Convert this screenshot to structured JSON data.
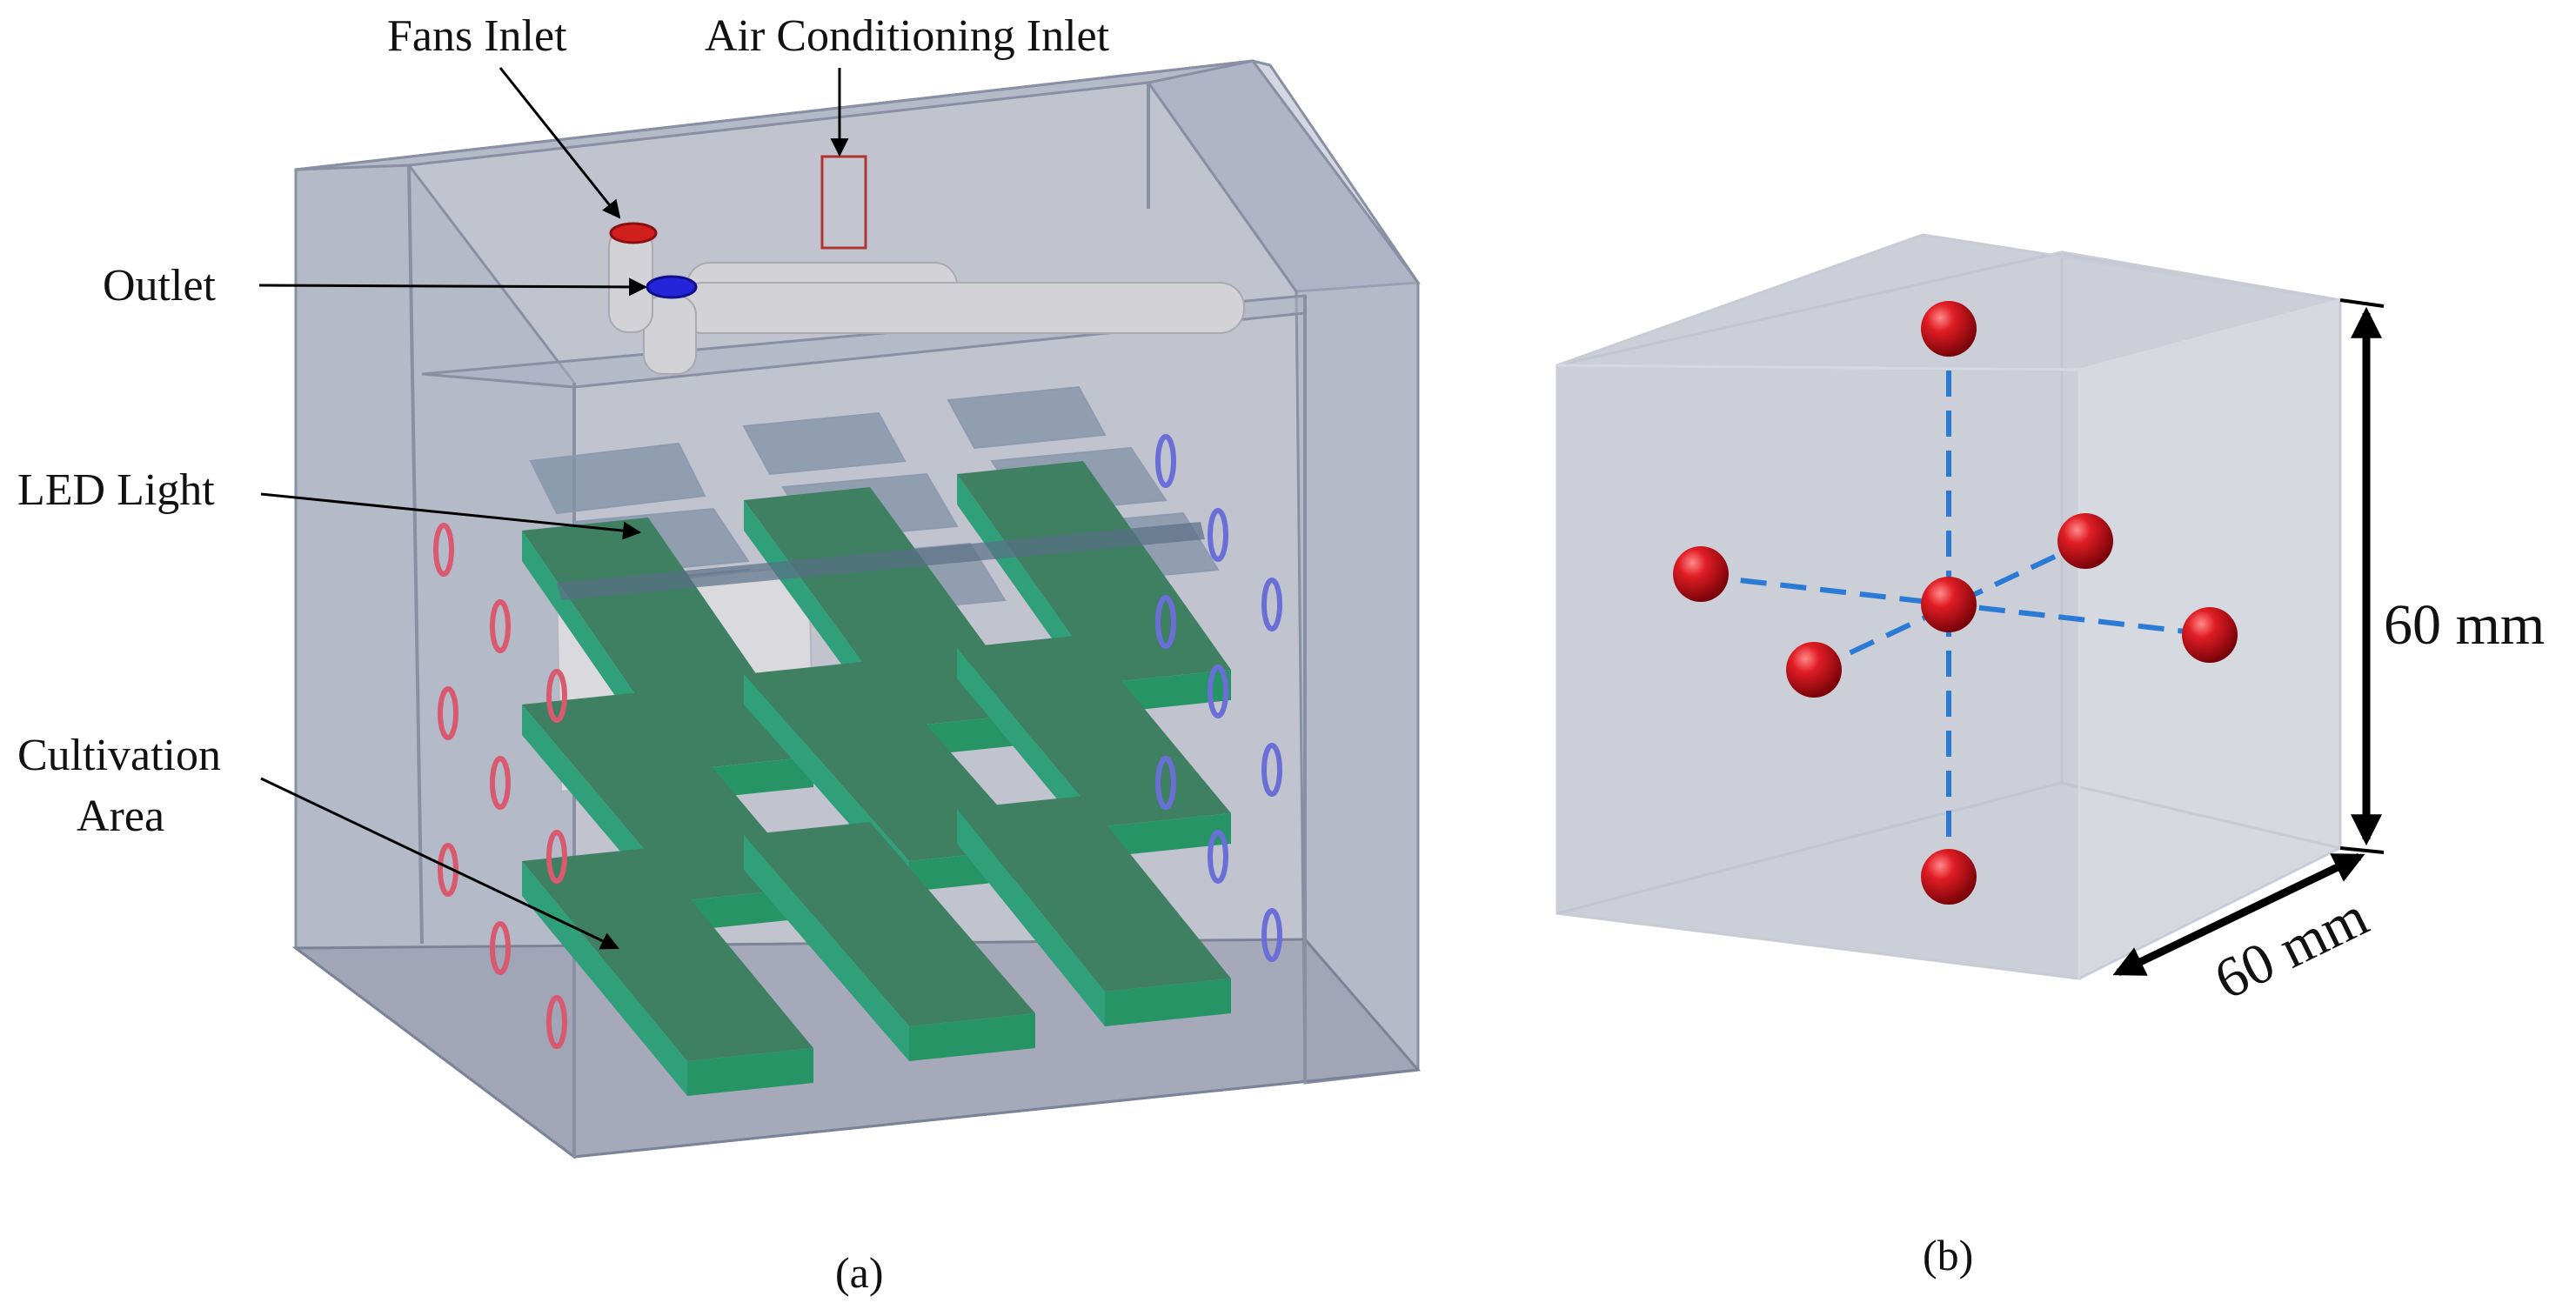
{
  "panel_a": {
    "labels": {
      "fans_inlet": "Fans Inlet",
      "air_conditioning_inlet": "Air Conditioning Inlet",
      "outlet": "Outlet",
      "led_light": "LED Light",
      "cultivation_area_line1": "Cultivation",
      "cultivation_area_line2": "Area"
    },
    "caption": "(a)"
  },
  "panel_b": {
    "dimension_height": "60 mm",
    "dimension_depth": "60 mm",
    "caption": "(b)"
  },
  "colors": {
    "enclosure": "#a9b0c4",
    "cultivation_tray": "#2fa07a",
    "fans_inlet_marker": "#d11f1f",
    "outlet_marker": "#2424d8",
    "probe_sphere": "#c4121a",
    "probe_axis": "#2b7bd6"
  }
}
